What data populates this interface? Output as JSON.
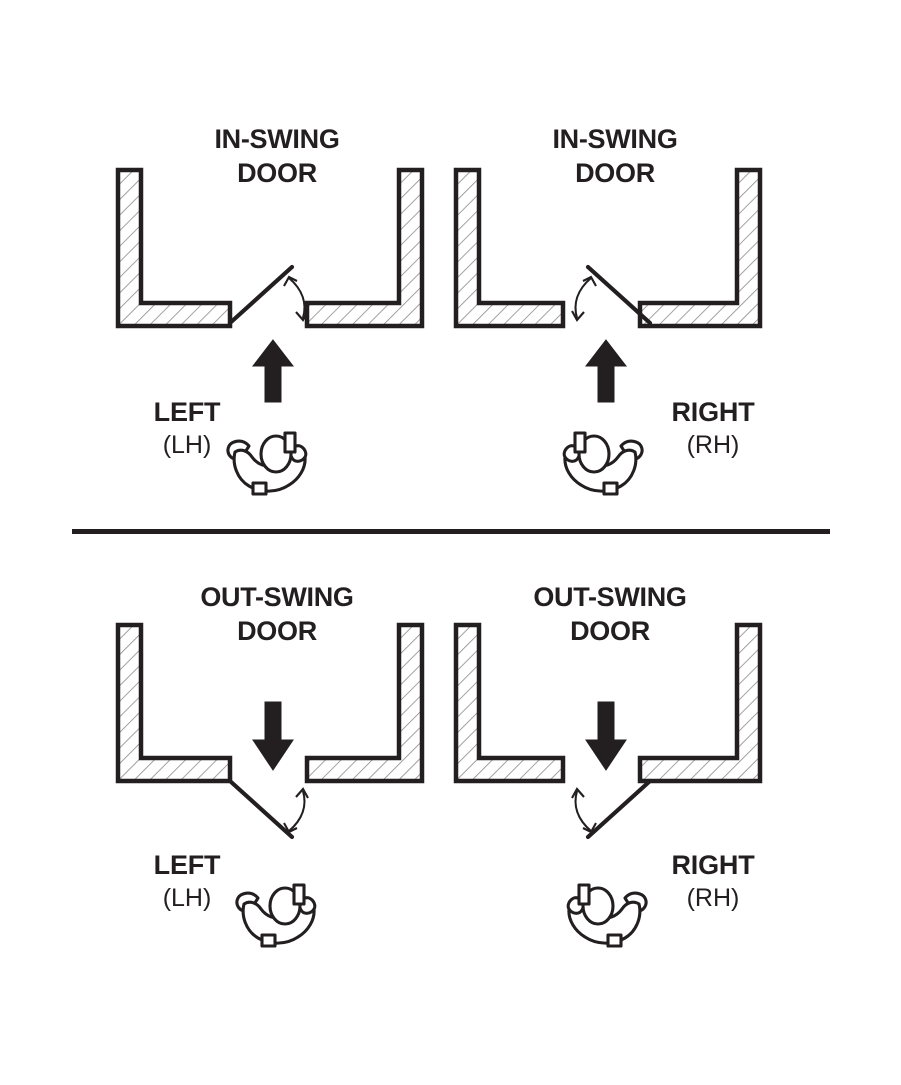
{
  "figure": {
    "title_semantic": "door-handing-swing-direction-diagram",
    "colors": {
      "ink": "#231f20",
      "hatch": "#8a8a8a",
      "background": "#ffffff"
    },
    "divider_label": "section-divider"
  },
  "sections": [
    {
      "id": "in-swing",
      "swing": "in",
      "arrow_direction": "up",
      "panels": [
        {
          "id": "in-swing-left",
          "title_line1": "IN-SWING",
          "title_line2": "DOOR",
          "hand_main": "LEFT",
          "hand_sub": "(LH)",
          "hinge_side": "left",
          "hand_icon": "open-hand-left-icon",
          "arrow_icon": "up-arrow-icon",
          "swing_arc_icon": "swing-arc-double-arrow-icon"
        },
        {
          "id": "in-swing-right",
          "title_line1": "IN-SWING",
          "title_line2": "DOOR",
          "hand_main": "RIGHT",
          "hand_sub": "(RH)",
          "hinge_side": "right",
          "hand_icon": "open-hand-right-icon",
          "arrow_icon": "up-arrow-icon",
          "swing_arc_icon": "swing-arc-double-arrow-icon"
        }
      ]
    },
    {
      "id": "out-swing",
      "swing": "out",
      "arrow_direction": "down",
      "panels": [
        {
          "id": "out-swing-left",
          "title_line1": "OUT-SWING",
          "title_line2": "DOOR",
          "hand_main": "LEFT",
          "hand_sub": "(LH)",
          "hinge_side": "left",
          "hand_icon": "open-hand-left-icon",
          "arrow_icon": "down-arrow-icon",
          "swing_arc_icon": "swing-arc-double-arrow-icon"
        },
        {
          "id": "out-swing-right",
          "title_line1": "OUT-SWING",
          "title_line2": "DOOR",
          "hand_main": "RIGHT",
          "hand_sub": "(RH)",
          "hinge_side": "right",
          "hand_icon": "open-hand-right-icon",
          "arrow_icon": "down-arrow-icon",
          "swing_arc_icon": "swing-arc-double-arrow-icon"
        }
      ]
    }
  ]
}
